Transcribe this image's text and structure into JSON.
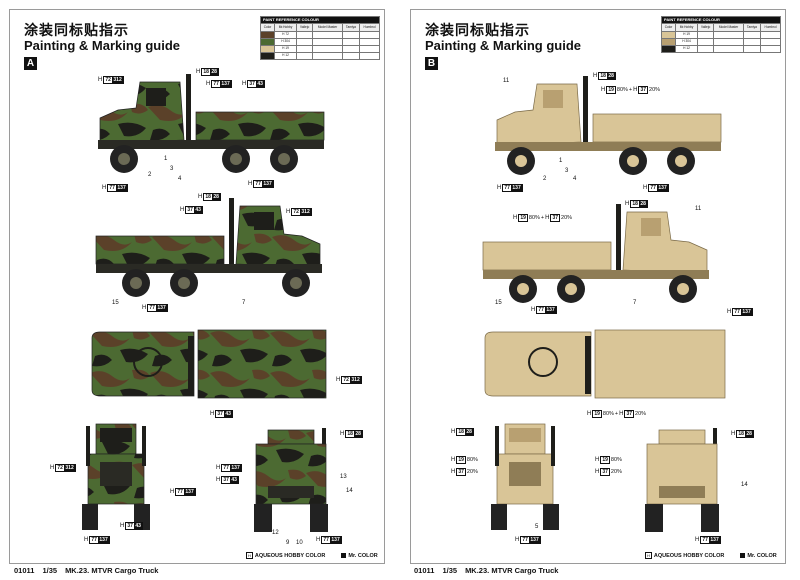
{
  "colors": {
    "green": "#4c6a32",
    "brown": "#5b4129",
    "black": "#1e1e1a",
    "tan": "#d9c597",
    "tan_dark": "#b8a071",
    "tire": "#222222",
    "hub": "#6b6a55"
  },
  "header": {
    "title_cn": "涂装同标贴指示",
    "title_en": "Painting & Marking guide"
  },
  "reference_table": {
    "heading": "PAINT REFERENCE COLOUR",
    "columns": [
      "Color",
      "Mr.Hobby",
      "Vallejo",
      "Model Master",
      "Tamiya",
      "Humbrol"
    ],
    "rows": [
      {
        "swatch": "#5b4129",
        "code": "H 72",
        "vals": [
          "",
          "",
          "",
          ""
        ]
      },
      {
        "swatch": "#4c6a32",
        "code": "H 304",
        "vals": [
          "",
          "",
          "",
          ""
        ]
      },
      {
        "swatch": "#d9c597",
        "code": "H 19",
        "vals": [
          "",
          "",
          "",
          ""
        ]
      },
      {
        "swatch": "#1e1e1a",
        "code": "H 12",
        "vals": [
          "",
          "",
          "",
          ""
        ]
      }
    ]
  },
  "left": {
    "badge": "A",
    "callouts": {
      "c1": {
        "h": "H",
        "a": "72",
        "b": "312",
        "pct": ""
      },
      "c2": {
        "h": "H",
        "a": "18",
        "b": "28",
        "pct": ""
      },
      "c3": {
        "h": "H",
        "a": "77",
        "b": "137",
        "pct": ""
      },
      "c4": {
        "h": "H",
        "a": "37",
        "b": "43",
        "pct": ""
      },
      "c5": {
        "h": "H",
        "a": "77",
        "b": "137",
        "pct": ""
      },
      "c6": {
        "h": "H",
        "a": "77",
        "b": "137",
        "pct": ""
      },
      "c7": {
        "h": "H",
        "a": "18",
        "b": "28",
        "pct": ""
      },
      "c8": {
        "h": "H",
        "a": "37",
        "b": "43",
        "pct": ""
      },
      "c9": {
        "h": "H",
        "a": "72",
        "b": "312",
        "pct": ""
      },
      "c10": {
        "h": "H",
        "a": "77",
        "b": "137",
        "pct": ""
      },
      "c11": {
        "h": "H",
        "a": "72",
        "b": "312",
        "pct": ""
      },
      "c12": {
        "h": "H",
        "a": "37",
        "b": "43",
        "pct": ""
      },
      "c13": {
        "h": "H",
        "a": "72",
        "b": "312",
        "pct": ""
      },
      "c14": {
        "h": "H",
        "a": "77",
        "b": "137",
        "pct": ""
      },
      "c15": {
        "h": "H",
        "a": "37",
        "b": "43",
        "pct": ""
      },
      "c16": {
        "h": "H",
        "a": "77",
        "b": "137",
        "pct": ""
      },
      "c17": {
        "h": "H",
        "a": "18",
        "b": "28",
        "pct": ""
      },
      "c18": {
        "h": "H",
        "a": "77",
        "b": "137",
        "pct": ""
      },
      "c19": {
        "h": "H",
        "a": "37",
        "b": "43",
        "pct": ""
      },
      "c20": {
        "h": "H",
        "a": "77",
        "b": "137",
        "pct": ""
      }
    },
    "numbers": [
      "2",
      "3",
      "4",
      "1",
      "15",
      "7",
      "13",
      "14",
      "12",
      "9",
      "10"
    ]
  },
  "right": {
    "badge": "B",
    "callouts": {
      "c1": {
        "h": "H",
        "a": "18",
        "b": "28",
        "pct": ""
      },
      "c2a": {
        "h": "H",
        "a": "19",
        "b": "",
        "pct": "80%"
      },
      "c2b": {
        "h": "H",
        "a": "37",
        "b": "",
        "pct": "20%"
      },
      "c3": {
        "h": "H",
        "a": "77",
        "b": "137",
        "pct": ""
      },
      "c4": {
        "h": "H",
        "a": "77",
        "b": "137",
        "pct": ""
      },
      "c5a": {
        "h": "H",
        "a": "19",
        "b": "",
        "pct": "80%"
      },
      "c5b": {
        "h": "H",
        "a": "37",
        "b": "",
        "pct": "20%"
      },
      "c6": {
        "h": "H",
        "a": "18",
        "b": "28",
        "pct": ""
      },
      "c7": {
        "h": "H",
        "a": "77",
        "b": "137",
        "pct": ""
      },
      "c8": {
        "h": "H",
        "a": "77",
        "b": "137",
        "pct": ""
      },
      "c9a": {
        "h": "H",
        "a": "19",
        "b": "",
        "pct": "80%"
      },
      "c9b": {
        "h": "H",
        "a": "37",
        "b": "",
        "pct": "20%"
      },
      "c10": {
        "h": "H",
        "a": "18",
        "b": "28",
        "pct": ""
      },
      "c11a": {
        "h": "H",
        "a": "19",
        "b": "",
        "pct": "80%"
      },
      "c11b": {
        "h": "H",
        "a": "37",
        "b": "",
        "pct": "20%"
      },
      "c12": {
        "h": "H",
        "a": "77",
        "b": "137",
        "pct": ""
      },
      "c13a": {
        "h": "H",
        "a": "19",
        "b": "",
        "pct": "80%"
      },
      "c13b": {
        "h": "H",
        "a": "37",
        "b": "",
        "pct": "20%"
      },
      "c14": {
        "h": "H",
        "a": "18",
        "b": "28",
        "pct": ""
      },
      "c15": {
        "h": "H",
        "a": "77",
        "b": "137",
        "pct": ""
      }
    },
    "plus": "+",
    "numbers": [
      "11",
      "2",
      "3",
      "4",
      "1",
      "11",
      "15",
      "7",
      "14",
      "5"
    ]
  },
  "legend": {
    "icon": "H",
    "aqueous": "AQUEOUS HOBBY COLOR",
    "mr": "Mr. COLOR"
  },
  "footer": {
    "code": "01011",
    "scale": "1/35",
    "name": "MK.23. MTVR Cargo Truck"
  }
}
